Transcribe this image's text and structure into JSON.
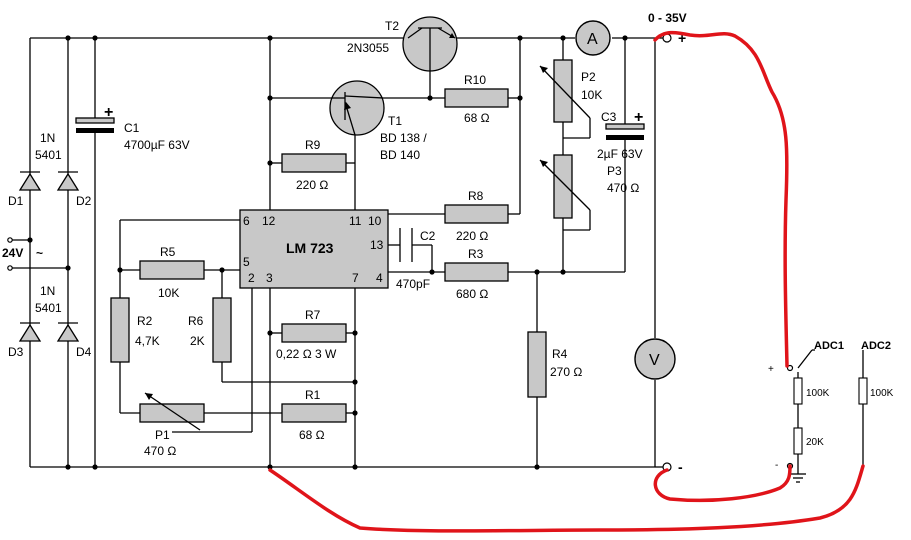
{
  "output": {
    "range": "0 - 35V",
    "plus": "+",
    "minus": "-"
  },
  "input": {
    "voltage": "24V",
    "ac": "~"
  },
  "ic": {
    "name": "LM 723",
    "pins": [
      "6",
      "12",
      "11",
      "10",
      "13",
      "5",
      "2",
      "3",
      "7",
      "4"
    ]
  },
  "components": {
    "D1": {
      "ref": "D1"
    },
    "D2": {
      "ref": "D2"
    },
    "D3": {
      "ref": "D3"
    },
    "D4": {
      "ref": "D4"
    },
    "diodes_top": {
      "type1": "1N",
      "type2": "5401"
    },
    "diodes_bottom": {
      "type1": "1N",
      "type2": "5401"
    },
    "C1": {
      "ref": "C1",
      "value": "4700µF 63V",
      "polarity": "+"
    },
    "C2": {
      "ref": "C2",
      "value": "470pF"
    },
    "C3": {
      "ref": "C3",
      "value": "2µF 63V",
      "polarity": "+"
    },
    "T1": {
      "ref": "T1",
      "type1": "BD 138 /",
      "type2": "BD 140"
    },
    "T2": {
      "ref": "T2",
      "type": "2N3055"
    },
    "R1": {
      "ref": "R1",
      "value": "68 Ω"
    },
    "R2": {
      "ref": "R2",
      "value": "4,7K"
    },
    "R3": {
      "ref": "R3",
      "value": "680 Ω"
    },
    "R4": {
      "ref": "R4",
      "value": "270 Ω"
    },
    "R5": {
      "ref": "R5",
      "value": "10K"
    },
    "R6": {
      "ref": "R6",
      "value": "2K"
    },
    "R7": {
      "ref": "R7",
      "value": "0,22 Ω 3 W"
    },
    "R8": {
      "ref": "R8",
      "value": "220 Ω"
    },
    "R9": {
      "ref": "R9",
      "value": "220 Ω"
    },
    "R10": {
      "ref": "R10",
      "value": "68 Ω"
    },
    "P1": {
      "ref": "P1",
      "value": "470 Ω"
    },
    "P2": {
      "ref": "P2",
      "value": "10K"
    },
    "P3": {
      "ref": "P3",
      "value": "470 Ω"
    },
    "ammeter": {
      "symbol": "A"
    },
    "voltmeter": {
      "symbol": "V"
    }
  },
  "adc": {
    "adc1": "ADC1",
    "adc2": "ADC2",
    "r_top": "100K",
    "r_bottom": "20K",
    "r_adc2": "100K",
    "plus": "+",
    "minus": "-"
  },
  "colors": {
    "wire": "#000000",
    "component_fill": "#c8c8c8",
    "added_wiring": "#e0141a"
  }
}
